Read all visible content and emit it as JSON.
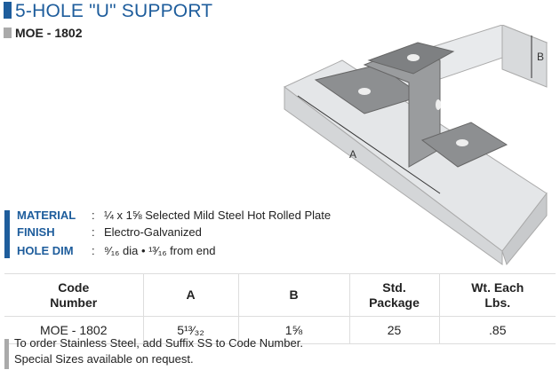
{
  "title": "5-HOLE \"U\" SUPPORT",
  "code": "MOE - 1802",
  "specs": [
    {
      "label": "MATERIAL",
      "value": "¼ x 1⅝ Selected Mild Steel Hot Rolled Plate"
    },
    {
      "label": "FINISH",
      "value": "Electro-Galvanized"
    },
    {
      "label": "HOLE DIM",
      "value": "⁹⁄₁₆ dia • ¹³⁄₁₆ from end"
    }
  ],
  "separator": ":",
  "diagram": {
    "dim_a": "A",
    "dim_b": "B"
  },
  "table": {
    "headers": [
      [
        "Code",
        "Number"
      ],
      [
        "A",
        ""
      ],
      [
        "B",
        ""
      ],
      [
        "Std.",
        "Package"
      ],
      [
        "Wt. Each",
        "Lbs."
      ]
    ],
    "rows": [
      [
        "MOE - 1802",
        "5¹³⁄₃₂",
        "1⅝",
        "25",
        ".85"
      ]
    ]
  },
  "notes": [
    "To order Stainless Steel, add Suffix SS to Code Number.",
    "Special Sizes available on request."
  ],
  "colors": {
    "accent": "#1e5d9c",
    "gray": "#aaaaaa"
  }
}
